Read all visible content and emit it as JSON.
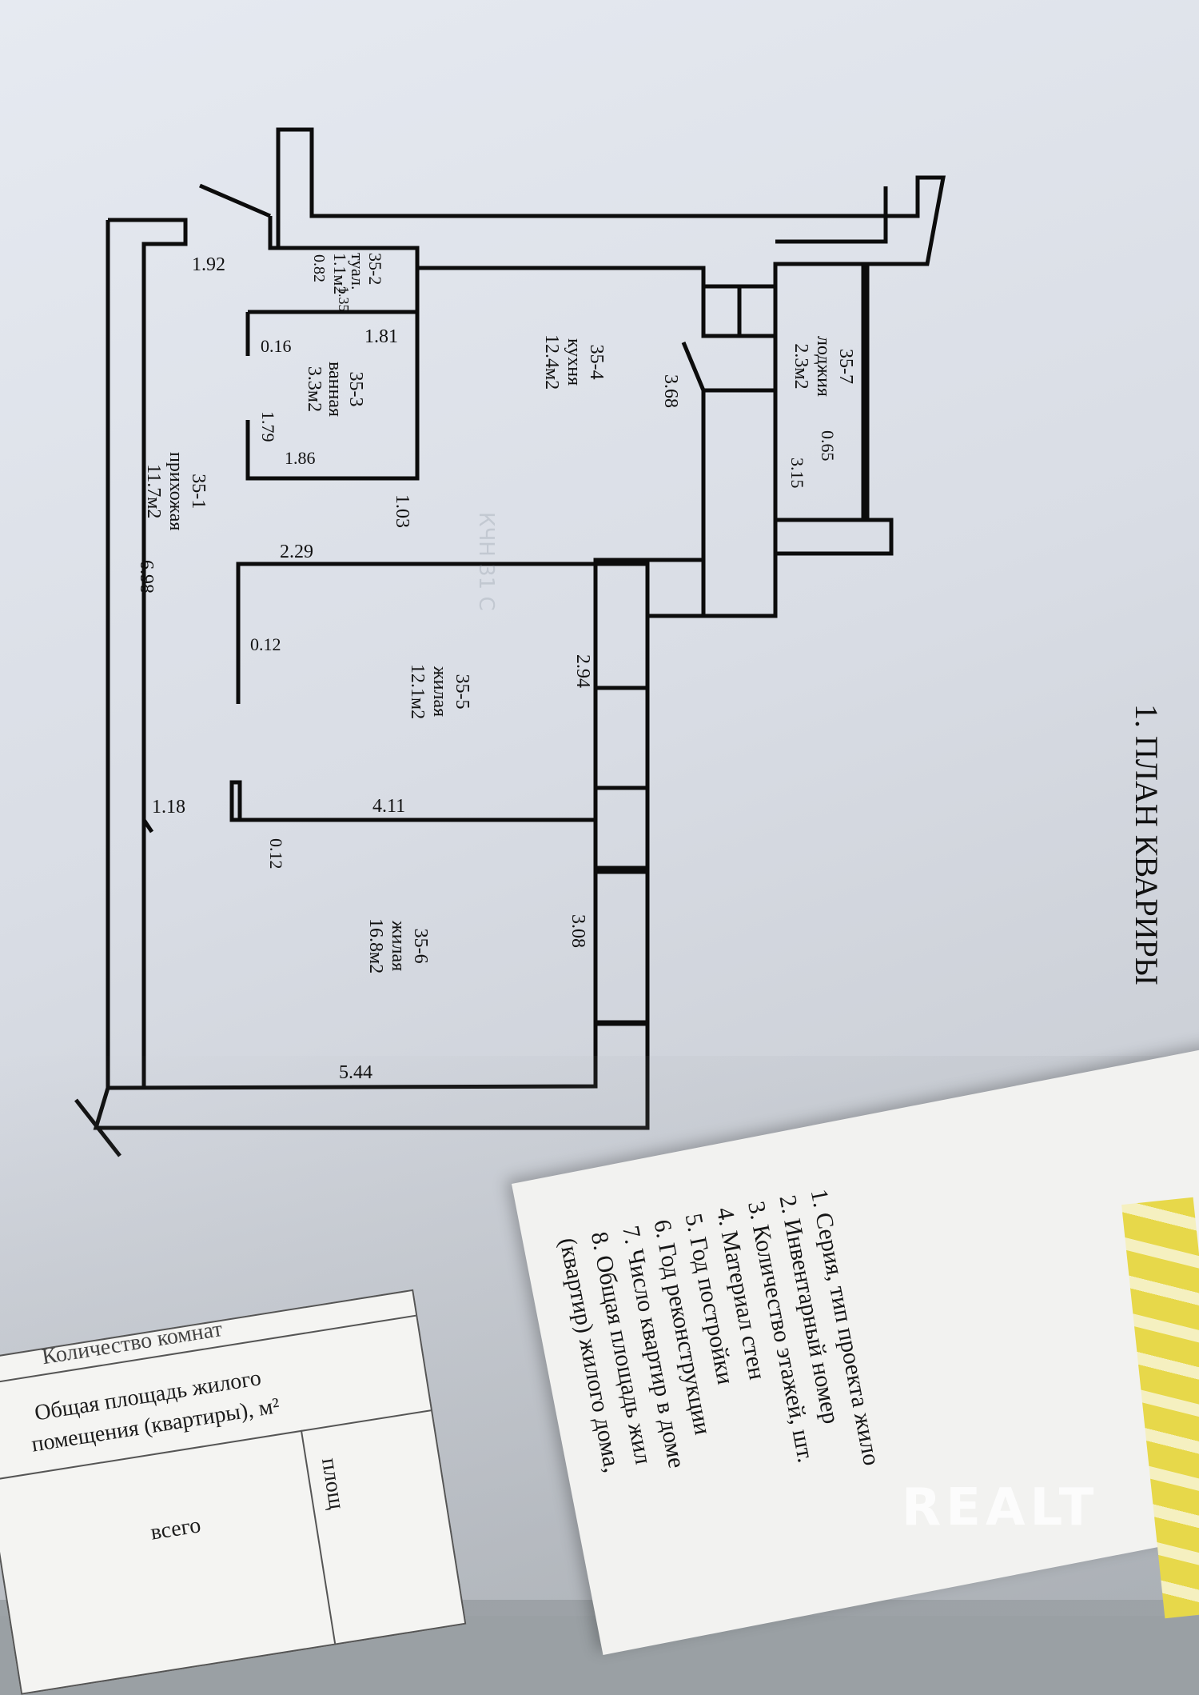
{
  "heading": "1. ПЛАН КВАРИРЫ",
  "rooms": [
    {
      "id": "35-1",
      "name": "прихожая",
      "area": "11.7м2"
    },
    {
      "id": "35-2",
      "name": "туал.",
      "area": "1.1м2"
    },
    {
      "id": "35-3",
      "name": "ванная",
      "area": "3.3м2"
    },
    {
      "id": "35-4",
      "name": "кухня",
      "area": "12.4м2"
    },
    {
      "id": "35-5",
      "name": "жилая",
      "area": "12.1м2"
    },
    {
      "id": "35-6",
      "name": "жилая",
      "area": "16.8м2"
    },
    {
      "id": "35-7",
      "name": "лоджия",
      "area": "2.3м2"
    }
  ],
  "dimensions": {
    "d192": "1.92",
    "d082": "0.82",
    "d135": "1.35",
    "d181": "1.81",
    "d016": "0.16",
    "d179": "1.79",
    "d186": "1.86",
    "d368": "3.68",
    "d065": "0.65",
    "d315": "3.15",
    "d103": "1.03",
    "d229": "2.29",
    "d012a": "0.12",
    "d294": "2.94",
    "d698": "6.98",
    "d118": "1.18",
    "d411": "4.11",
    "d012b": "0.12",
    "d308": "3.08",
    "d544": "5.44"
  },
  "second_sheet": {
    "lines": [
      "1. Серия, тип проекта жило",
      "2. Инвентарный номер",
      "3. Количество этажей, шт.",
      "4. Материал стен",
      "5. Год постройки",
      "6. Год реконструкции",
      "7. Число квартир в доме",
      "8. Общая площадь жил",
      "(квартир) жилого дома,"
    ]
  },
  "table_sheet": {
    "cut_label": "Количество комнат",
    "area_label_1": "Общая площадь жилого",
    "area_label_2": "помещения (квартиры), м²",
    "total_label": "всего",
    "col_label": "площ"
  },
  "watermark": "REALT"
}
